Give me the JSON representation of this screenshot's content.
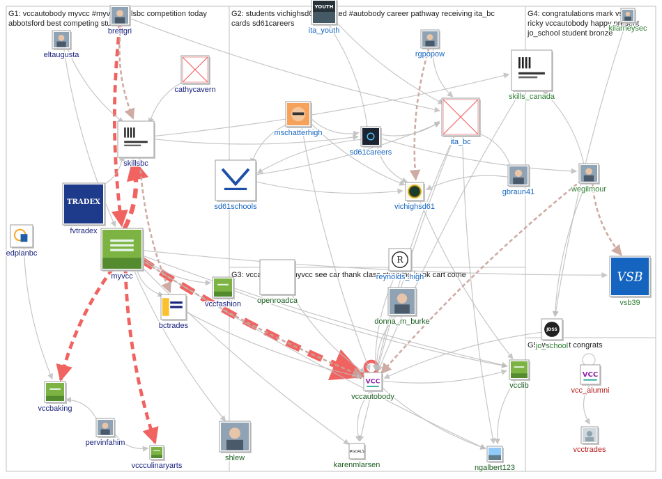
{
  "colors": {
    "g1_label": "#1a237e",
    "g2_label": "#1565c0",
    "g3_label": "#1b5e20",
    "g4_label": "#2e7d32",
    "g5_label": "#b71c1c",
    "edge_gray": "#bdbdbd",
    "edge_red": "#ef5350",
    "edge_brown": "#c9a39a",
    "group_border": "#bfbfbf"
  },
  "groups": [
    {
      "id": "G1",
      "line1": "G1: vccautobody myvcc #myvcc skillsbc competition today",
      "line2": "abbotsford best competing students"
    },
    {
      "id": "G2",
      "line1": "G2: students vichighsd61 talented #autobody career pathway receiving ita_bc",
      "line2": "cards sd61careers"
    },
    {
      "id": "G3",
      "line1": "G3: vccautobody myvcc see car thank class stunning book cart come",
      "line2": ""
    },
    {
      "id": "G4",
      "line1": "G4: congratulations mark vsb39",
      "line2": "ricky vccautobody happy present",
      "line3": "jo_school student bronze"
    },
    {
      "id": "G5",
      "line1": "G5: warmest congrats",
      "line2": ""
    }
  ],
  "nodes": [
    {
      "id": "brettgri",
      "label": "brettgri",
      "group": "G1",
      "icon": "avatar-icon"
    },
    {
      "id": "eltaugusta",
      "label": "eltaugusta",
      "group": "G1",
      "icon": "avatar-icon"
    },
    {
      "id": "cathycavern",
      "label": "cathycavern",
      "group": "G1",
      "icon": "broken-image-icon"
    },
    {
      "id": "skillsbc",
      "label": "skillsbc",
      "group": "G1",
      "icon": "skills-logo-icon"
    },
    {
      "id": "fvtradex",
      "label": "fvtradex",
      "group": "G1",
      "icon": "tradex-logo-icon",
      "logo_text": "TRADEX"
    },
    {
      "id": "edplanbc",
      "label": "edplanbc",
      "group": "G1",
      "icon": "ed-logo-icon"
    },
    {
      "id": "myvcc",
      "label": "myvcc",
      "group": "G1",
      "icon": "vcc-logo-icon"
    },
    {
      "id": "vccfashion",
      "label": "vccfashion",
      "group": "G1",
      "icon": "vcc-logo-icon"
    },
    {
      "id": "bctrades",
      "label": "bctrades",
      "group": "G1",
      "icon": "trades-logo-icon"
    },
    {
      "id": "vccbaking",
      "label": "vccbaking",
      "group": "G1",
      "icon": "vcc-logo-icon"
    },
    {
      "id": "pervinfahim",
      "label": "pervinfahim",
      "group": "G1",
      "icon": "avatar-icon"
    },
    {
      "id": "vccculinaryarts",
      "label": "vccculinaryarts",
      "group": "G1",
      "icon": "vcc-logo-icon"
    },
    {
      "id": "ita_youth",
      "label": "ita_youth",
      "group": "G2",
      "icon": "youth-logo-icon",
      "logo_text": "YOUTH"
    },
    {
      "id": "rgpopow",
      "label": "rgpopow",
      "group": "G2",
      "icon": "avatar-icon"
    },
    {
      "id": "mschatterhigh",
      "label": "mschatterhigh",
      "group": "G2",
      "icon": "cartoon-avatar-icon"
    },
    {
      "id": "sd61careers",
      "label": "sd61careers",
      "group": "G2",
      "icon": "sd61-logo-icon"
    },
    {
      "id": "ita_bc",
      "label": "ita_bc",
      "group": "G2",
      "icon": "broken-image-icon"
    },
    {
      "id": "sd61schools",
      "label": "sd61schools",
      "group": "G2",
      "icon": "victoria-logo-icon"
    },
    {
      "id": "vichighsd61",
      "label": "vichighsd61",
      "group": "G2",
      "icon": "crest-icon"
    },
    {
      "id": "gbraun41",
      "label": "gbraun41",
      "group": "G2",
      "icon": "avatar-icon"
    },
    {
      "id": "reynolds_high",
      "label": "reynolds_high",
      "group": "G2",
      "icon": "r-logo-icon"
    },
    {
      "id": "openroadca",
      "label": "openroadca",
      "group": "G3",
      "icon": "blank-icon"
    },
    {
      "id": "donna_m_burke",
      "label": "donna_m_burke",
      "group": "G3",
      "icon": "avatar-icon"
    },
    {
      "id": "vccautobody",
      "label": "vccautobody",
      "group": "G3",
      "icon": "vcc-letters-icon",
      "logo_text": "VCC"
    },
    {
      "id": "vcclib",
      "label": "vcclib",
      "group": "G3",
      "icon": "vcc-logo-icon"
    },
    {
      "id": "shlew",
      "label": "shlew",
      "group": "G3",
      "icon": "avatar-icon"
    },
    {
      "id": "karenmlarsen",
      "label": "karenmlarsen",
      "group": "G3",
      "icon": "goals-icon",
      "logo_text": "#GOALS"
    },
    {
      "id": "ngalbert123",
      "label": "ngalbert123",
      "group": "G3",
      "icon": "landscape-icon"
    },
    {
      "id": "kilarneysec",
      "label": "kilarneysec",
      "group": "G4",
      "icon": "avatar-icon"
    },
    {
      "id": "skills_canada",
      "label": "skills_canada",
      "group": "G4",
      "icon": "skills-logo-icon"
    },
    {
      "id": "wegilmour",
      "label": "wegilmour",
      "group": "G4",
      "icon": "avatar-icon"
    },
    {
      "id": "vsb39",
      "label": "vsb39",
      "group": "G4",
      "icon": "vsb-logo-icon",
      "logo_text": "VSB"
    },
    {
      "id": "jo_school",
      "label": "jo_school",
      "group": "G4",
      "icon": "jdss-logo-icon",
      "logo_text": "JDSS"
    },
    {
      "id": "vcc_alumni",
      "label": "vcc_alumni",
      "group": "G5",
      "icon": "vcc-alumni-icon",
      "logo_text": "VCC"
    },
    {
      "id": "vcctrades",
      "label": "vcctrades",
      "group": "G5",
      "icon": "default-avatar-icon"
    }
  ],
  "edges": [
    {
      "from": "myvcc",
      "to": "vccautobody",
      "style": "red",
      "weight": 6
    },
    {
      "from": "myvcc",
      "to": "skillsbc",
      "style": "red",
      "weight": 4
    },
    {
      "from": "brettgri",
      "to": "myvcc",
      "style": "red",
      "weight": 3
    },
    {
      "from": "myvcc",
      "to": "vccbaking",
      "style": "red",
      "weight": 3
    },
    {
      "from": "myvcc",
      "to": "vccculinaryarts",
      "style": "red",
      "weight": 3
    },
    {
      "from": "vccautobody",
      "to": "vccautobody",
      "style": "red",
      "weight": 3
    },
    {
      "from": "brettgri",
      "to": "skillsbc",
      "style": "brown",
      "weight": 2
    },
    {
      "from": "skillsbc",
      "to": "bctrades",
      "style": "brown",
      "weight": 2
    },
    {
      "from": "myvcc",
      "to": "vccautobody",
      "style": "brown",
      "weight": 2
    },
    {
      "from": "rgpopow",
      "to": "vichighsd61",
      "style": "brown",
      "weight": 2
    },
    {
      "from": "wegilmour",
      "to": "vsb39",
      "style": "brown",
      "weight": 2
    },
    {
      "from": "wegilmour",
      "to": "vccautobody",
      "style": "brown",
      "weight": 2
    },
    {
      "from": "vcc_alumni",
      "to": "vcc_alumni",
      "style": "gray",
      "weight": 2
    },
    {
      "from": "eltaugusta",
      "to": "skillsbc",
      "style": "gray",
      "weight": 1
    },
    {
      "from": "eltaugusta",
      "to": "myvcc",
      "style": "gray",
      "weight": 1
    },
    {
      "from": "cathycavern",
      "to": "skillsbc",
      "style": "gray",
      "weight": 1
    },
    {
      "from": "fvtradex",
      "to": "skillsbc",
      "style": "gray",
      "weight": 1
    },
    {
      "from": "myvcc",
      "to": "vccfashion",
      "style": "gray",
      "weight": 1
    },
    {
      "from": "myvcc",
      "to": "bctrades",
      "style": "gray",
      "weight": 1
    },
    {
      "from": "myvcc",
      "to": "shlew",
      "style": "gray",
      "weight": 1
    },
    {
      "from": "myvcc",
      "to": "karenmlarsen",
      "style": "gray",
      "weight": 1
    },
    {
      "from": "myvcc",
      "to": "ngalbert123",
      "style": "gray",
      "weight": 1
    },
    {
      "from": "myvcc",
      "to": "vcclib",
      "style": "gray",
      "weight": 1
    },
    {
      "from": "bctrades",
      "to": "vccautobody",
      "style": "gray",
      "weight": 1
    },
    {
      "from": "pervinfahim",
      "to": "vccculinaryarts",
      "style": "gray",
      "weight": 1
    },
    {
      "from": "pervinfahim",
      "to": "vccbaking",
      "style": "gray",
      "weight": 1
    },
    {
      "from": "edplanbc",
      "to": "vccbaking",
      "style": "gray",
      "weight": 1
    },
    {
      "from": "skillsbc",
      "to": "sd61careers",
      "style": "gray",
      "weight": 1
    },
    {
      "from": "skillsbc",
      "to": "skills_canada",
      "style": "gray",
      "weight": 1
    },
    {
      "from": "brettgri",
      "to": "ita_bc",
      "style": "gray",
      "weight": 1
    },
    {
      "from": "ita_youth",
      "to": "ita_bc",
      "style": "gray",
      "weight": 1
    },
    {
      "from": "rgpopow",
      "to": "ita_bc",
      "style": "gray",
      "weight": 1
    },
    {
      "from": "mschatterhigh",
      "to": "sd61careers",
      "style": "gray",
      "weight": 1
    },
    {
      "from": "mschatterhigh",
      "to": "vichighsd61",
      "style": "gray",
      "weight": 1
    },
    {
      "from": "mschatterhigh",
      "to": "sd61schools",
      "style": "gray",
      "weight": 1
    },
    {
      "from": "mschatterhigh",
      "to": "vccautobody",
      "style": "gray",
      "weight": 1
    },
    {
      "from": "sd61careers",
      "to": "ita_bc",
      "style": "gray",
      "weight": 1
    },
    {
      "from": "sd61careers",
      "to": "vichighsd61",
      "style": "gray",
      "weight": 1
    },
    {
      "from": "sd61careers",
      "to": "sd61schools",
      "style": "gray",
      "weight": 1
    },
    {
      "from": "sd61careers",
      "to": "wegilmour",
      "style": "gray",
      "weight": 1
    },
    {
      "from": "sd61careers",
      "to": "ita_youth",
      "style": "gray",
      "weight": 1
    },
    {
      "from": "gbraun41",
      "to": "ita_bc",
      "style": "gray",
      "weight": 1
    },
    {
      "from": "gbraun41",
      "to": "vichighsd61",
      "style": "gray",
      "weight": 1
    },
    {
      "from": "sd61schools",
      "to": "vichighsd61",
      "style": "gray",
      "weight": 1
    },
    {
      "from": "sd61schools",
      "to": "ita_bc",
      "style": "gray",
      "weight": 1
    },
    {
      "from": "ita_bc",
      "to": "vccautobody",
      "style": "gray",
      "weight": 1
    },
    {
      "from": "ita_bc",
      "to": "karenmlarsen",
      "style": "gray",
      "weight": 1
    },
    {
      "from": "ita_bc",
      "to": "ngalbert123",
      "style": "gray",
      "weight": 1
    },
    {
      "from": "reynolds_high",
      "to": "vccautobody",
      "style": "gray",
      "weight": 1
    },
    {
      "from": "donna_m_burke",
      "to": "vccautobody",
      "style": "gray",
      "weight": 1
    },
    {
      "from": "openroadca",
      "to": "vccautobody",
      "style": "gray",
      "weight": 1
    },
    {
      "from": "vccautobody",
      "to": "vcclib",
      "style": "gray",
      "weight": 1
    },
    {
      "from": "vccautobody",
      "to": "karenmlarsen",
      "style": "gray",
      "weight": 1
    },
    {
      "from": "vccautobody",
      "to": "ngalbert123",
      "style": "gray",
      "weight": 1
    },
    {
      "from": "vcclib",
      "to": "ngalbert123",
      "style": "gray",
      "weight": 1
    },
    {
      "from": "vccfashion",
      "to": "vcclib",
      "style": "gray",
      "weight": 1
    },
    {
      "from": "wegilmour",
      "to": "jo_school",
      "style": "gray",
      "weight": 1
    },
    {
      "from": "wegilmour",
      "to": "skills_canada",
      "style": "gray",
      "weight": 1
    },
    {
      "from": "skills_canada",
      "to": "vccautobody",
      "style": "gray",
      "weight": 1
    },
    {
      "from": "kilarneysec",
      "to": "jo_school",
      "style": "gray",
      "weight": 1
    },
    {
      "from": "jo_school",
      "to": "vccautobody",
      "style": "gray",
      "weight": 1
    },
    {
      "from": "myvcc",
      "to": "vsb39",
      "style": "gray",
      "weight": 1
    },
    {
      "from": "vichighsd61",
      "to": "vcclib",
      "style": "gray",
      "weight": 1
    },
    {
      "from": "vcc_alumni",
      "to": "vcctrades",
      "style": "gray",
      "weight": 1
    }
  ]
}
